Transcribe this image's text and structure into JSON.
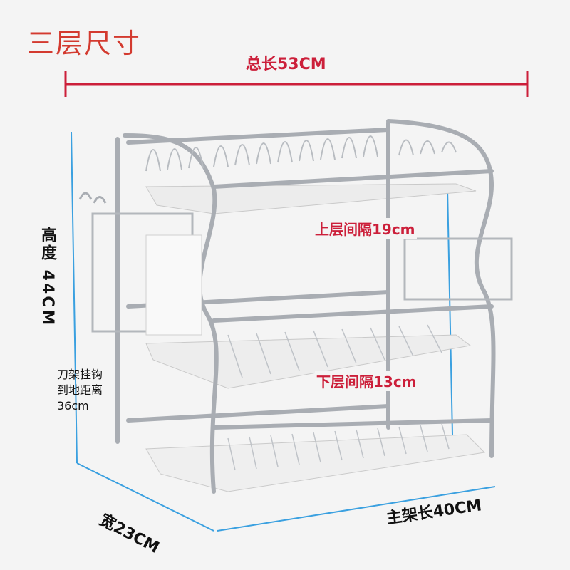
{
  "title": "三层尺寸",
  "dimensions": {
    "total_length": "总长53CM",
    "height": "高度 44CM",
    "width": "宽23CM",
    "main_length": "主架长40CM",
    "upper_gap": "上层间隔19cm",
    "lower_gap": "下层间隔13cm",
    "knife_hook_lines": [
      "刀架挂钩",
      "到地距离",
      "36cm"
    ]
  },
  "colors": {
    "title": "#d33a2f",
    "dimension_red": "#cc1f3a",
    "guide_blue": "#3aa0e0",
    "chrome": "#a9adb3"
  }
}
